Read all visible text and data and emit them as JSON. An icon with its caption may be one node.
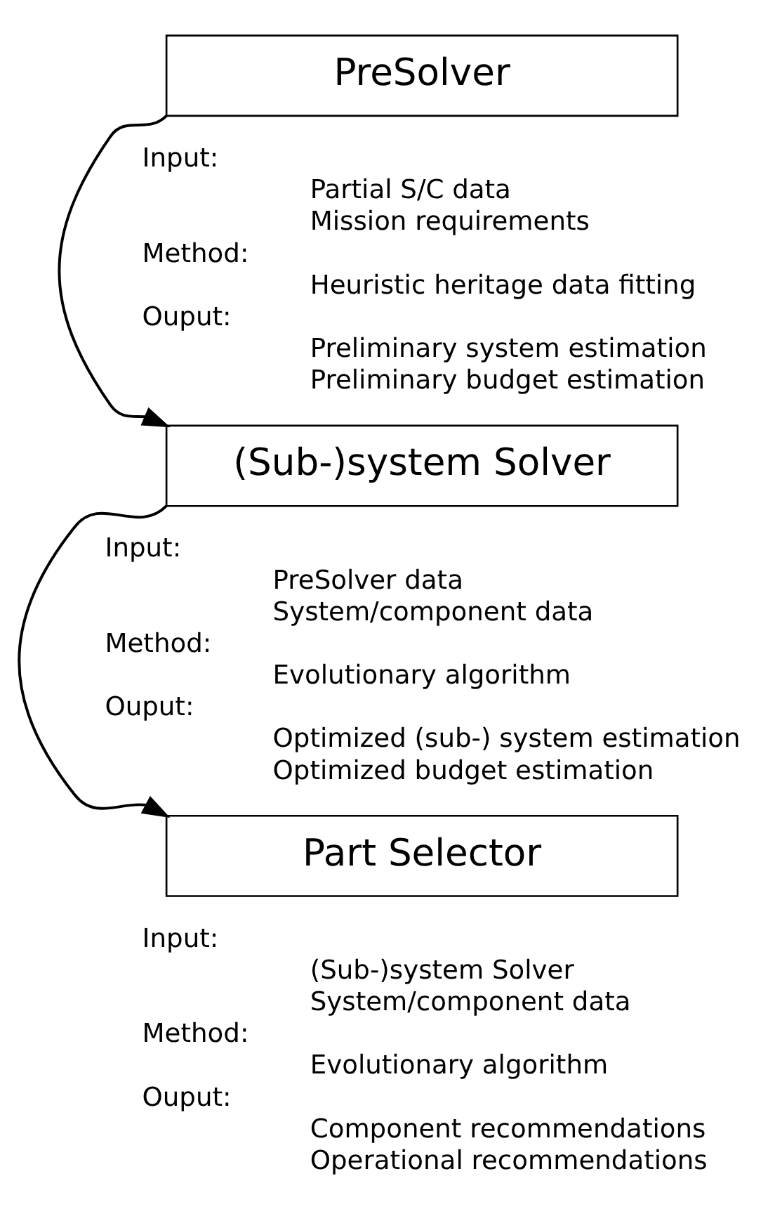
{
  "diagram": {
    "nodes": [
      {
        "text": [
          "PreSolver"
        ],
        "beside": [
          "Input:",
          "Partial S/C data",
          "Mission requirements",
          "Method:",
          "Heuristic heritage data fitting",
          "Ouput:",
          "Preliminary system estimation",
          "Preliminary budget estimation"
        ]
      },
      {
        "text": [
          "(Sub-)system Solver"
        ],
        "beside": [
          "Input:",
          "PreSolver data",
          "System/component data",
          "Method:",
          "Evolutionary algorithm",
          "Ouput:",
          "Optimized (sub-) system estimation",
          "Optimized budget estimation"
        ]
      },
      {
        "text": [
          "Part Selector"
        ],
        "beside": [
          "Input:",
          "(Sub-)system Solver",
          "System/component data",
          "Method:",
          "Evolutionary algorithm",
          "Ouput:",
          "Component recommendations",
          "Operational recommendations"
        ]
      }
    ],
    "edges": [
      {
        "from": 0,
        "to": 1,
        "arrow": "to"
      },
      {
        "from": 1,
        "to": 2,
        "arrow": "to"
      }
    ]
  }
}
